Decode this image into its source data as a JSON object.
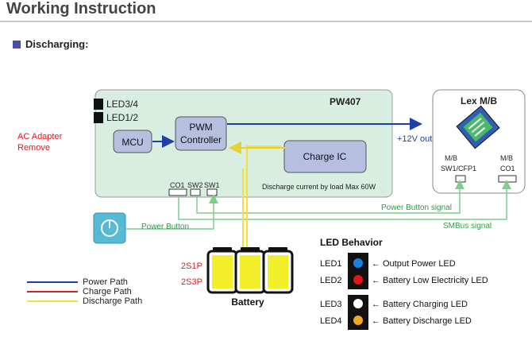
{
  "header": {
    "title": "Working Instruction"
  },
  "section": {
    "label": "Discharging:"
  },
  "board": {
    "name": "PW407",
    "led34": "LED3/4",
    "led12": "LED1/2",
    "mcu": "MCU",
    "pwm_line1": "PWM",
    "pwm_line2": "Controller",
    "charge_ic": "Charge IC",
    "discharge_note": "Discharge current by load Max 60W",
    "co1": "CO1",
    "sw2": "SW2",
    "sw1": "SW1"
  },
  "ac_adapter": {
    "line1": "AC Adapter",
    "line2": "Remove"
  },
  "output_label": "+12V out",
  "lex": {
    "title": "Lex M/B",
    "mb_left": "M/B",
    "sw_label": "SW1/CFP1",
    "mb_right": "M/B",
    "co_label": "CO1"
  },
  "signals": {
    "power_button_signal": "Power Button signal",
    "smbus_signal": "SMBus signal",
    "power_button": "Power  Button"
  },
  "battery": {
    "config1": "2S1P",
    "config2": "2S3P",
    "label": "Battery"
  },
  "legend": [
    {
      "label": "Power Path",
      "color": "#1f3fa8"
    },
    {
      "label": "Charge Path",
      "color": "#d42020"
    },
    {
      "label": "Discharge Path",
      "color": "#f0e040"
    }
  ],
  "led_behavior": {
    "title": "LED Behavior",
    "items": [
      {
        "name": "LED1",
        "desc": "Output Power LED",
        "color": "#1a7fe0"
      },
      {
        "name": "LED2",
        "desc": "Battery Low Electricity LED",
        "color": "#e01818"
      },
      {
        "name": "LED3",
        "desc": "Battery Charging LED",
        "color": "#ffffff"
      },
      {
        "name": "LED4",
        "desc": "Battery Discharge LED",
        "color": "#f0a820"
      }
    ]
  },
  "colors": {
    "board": "#d8eee0",
    "chip": "#b6bfe0",
    "power": "#1f3fa8",
    "discharge": "#f0e040",
    "signal_green": "#7ccf8c",
    "signal_text": "#2f9a46",
    "red_text": "#d42020"
  }
}
